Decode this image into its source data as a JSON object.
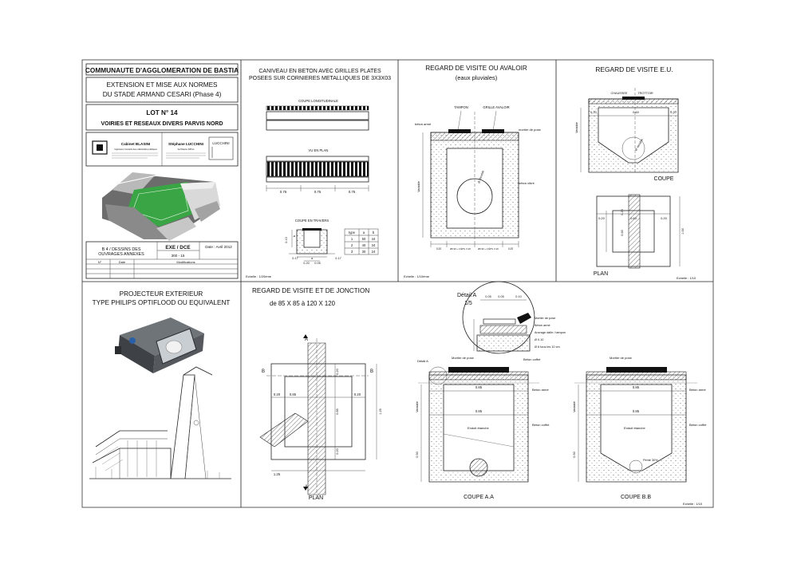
{
  "title_block": {
    "client": "COMMUNAUTE D'AGGLOMERATION DE BASTIA",
    "project_l1": "EXTENSION ET MISE AUX NORMES",
    "project_l2": "DU STADE ARMAND CESARI (Phase 4)",
    "lot": "LOT N° 14",
    "lot_title": "VOIRIES ET RESEAUX DIVERS PARVIS NORD",
    "firm1": "Cabinet BLASINI",
    "firm1_line": "Ingénieurs Conseils des collectivités publiques",
    "firm2": "Stéphane LUCCHINI",
    "firm2_line": "Architecte DPLG",
    "firm2_logo": "LUCCHINI",
    "doc_l1": "B 4 / DESSINS DES",
    "doc_l2": "OUVRAGES ANNEXES",
    "phase": "EXE / DCE",
    "code": "300 - 15",
    "date": "Date : Avril 2012",
    "rev_col1": "N°",
    "rev_col2": "Date",
    "rev_col3": "Modifications"
  },
  "panel_caniveau": {
    "title_l1": "CANIVEAU EN BETON AVEC GRILLES PLATES",
    "title_l2": "POSEES SUR CORNIERES METALLIQUES DE 3X3X03",
    "coupe_long": "COUPE LONGITUDINALE",
    "vu_plan": "VU EN PLAN",
    "dims_plan": [
      "0.75",
      "0.75",
      "0.75"
    ],
    "coupe_travers": "COUPE EN TRAVERS",
    "table_head": [
      "type",
      "a",
      "b"
    ],
    "table_rows": [
      [
        "1",
        "50",
        "44"
      ],
      [
        "2",
        "40",
        "34"
      ],
      [
        "3",
        "30",
        "24"
      ]
    ],
    "dim_a": "a",
    "dim_b": "b",
    "dim_017a": "0.17",
    "dim_017b": "0.17",
    "dim_020": "0.20",
    "dim_005": "0.05",
    "dim_010": "0.10",
    "echelle": "Echelle : 1/20ème"
  },
  "panel_regard_avaloir": {
    "title_l1": "REGARD DE VISITE OU AVALOIR",
    "title_l2": "(eaux pluviales)",
    "tampon": "TAMPON",
    "grille": "GRILLE AVALOIR",
    "beton_arme": "béton armé",
    "mortier": "mortier de pose",
    "beton_vibre": "béton vibré",
    "variable": "Variable",
    "diameter": "Ø Variable",
    "dims_bottom": [
      "0.20",
      "Ø0.90 + 2 ÉPS. 0.20",
      "Ø0.90 + 2 ÉPS. 0.20",
      "0.20"
    ],
    "echelle": "Echelle : 1/10ème"
  },
  "panel_regard_eu": {
    "title": "REGARD DE VISITE E.U.",
    "chaussee": "CHAUSSEE",
    "trottoir": "TROTTOIR",
    "dim_020a": "0.20",
    "dim_060": "0.60",
    "dim_020b": "0.20",
    "variable": "Variable",
    "diameter": "Ø Variable",
    "coupe": "COUPE",
    "plan": "PLAN",
    "plan_dims": [
      "0.20",
      "0.60",
      "0.20"
    ],
    "plan_vert": [
      "0.20",
      "0.60",
      "1.00"
    ],
    "echelle": "Echelle : 1/10"
  },
  "panel_projecteur": {
    "title_l1": "PROJECTEUR EXTERIEUR",
    "title_l2": "TYPE PHILIPS OPTIFLOOD OU EQUIVALENT"
  },
  "panel_jonction": {
    "title_l1": "REGARD DE VISITE ET DE JONCTION",
    "title_l2": "de 85 X 85 à 120 X 120",
    "label_a": "A",
    "label_b": "B",
    "dim_020a": "0.20",
    "dim_085": "0.85",
    "dim_020b": "0.20",
    "dim_v085": "0.85",
    "dim_v020a": "0.20",
    "dim_v020b": "0.20",
    "dim_125": "1.25",
    "dim_v125": "1.25",
    "plan": "PLAN"
  },
  "panel_detail": {
    "title_l1": "Détail A",
    "title_l2": "1/5",
    "dims_top": [
      "0.05",
      "0.05",
      "0.10"
    ],
    "mortier": "Mortier de pose",
    "beton_arme": "Béton armé",
    "ancrage": "Ancrage dalle / tampon",
    "d010": "Ø 0.10",
    "d6": "Ø 6 tous les 10 cm"
  },
  "panel_coupes": {
    "detail_a": "Détail A",
    "mortier_a": "Mortier de pose",
    "beton_coffre_a": "Béton coffré",
    "beton_arme_a": "Béton armé",
    "beton_coffre_a2": "Béton coffré",
    "enduit_a": "Enduit étanche",
    "dim_085_a": "0.85",
    "dim_085_a2": "0.85",
    "variable_a": "Variable",
    "dim_050_a": "0.50",
    "coupe_aa": "COUPE A.A",
    "mortier_b": "Mortier de pose",
    "beton_arme_b": "Béton armé",
    "beton_coffre_b": "Béton coffré",
    "enduit_b": "Enduit étanche",
    "dim_085_b": "0.85",
    "dim_085_b2": "0.85",
    "pente": "Pente 30%",
    "variable_b": "Variable",
    "dim_050_b": "0.50",
    "coupe_bb": "COUPE B.B",
    "echelle": "Echelle : 1/10"
  }
}
